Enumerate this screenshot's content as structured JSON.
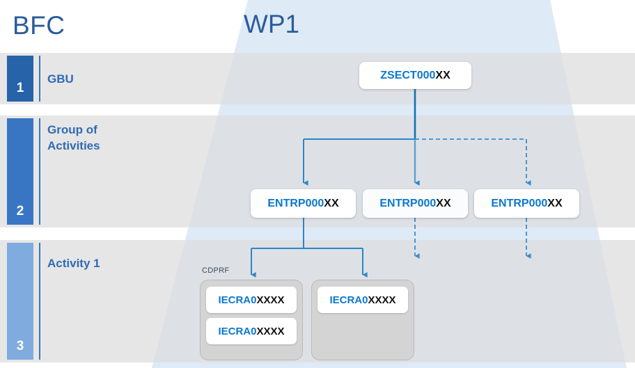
{
  "headers": {
    "left": "BFC",
    "center": "WP1"
  },
  "colors": {
    "accent_blue": "#0a78cf",
    "header_blue": "#2a5c9a",
    "label_blue": "#2f6bb5",
    "badge1": "#2763a8",
    "badge2": "#3876c4",
    "badge3": "#7fabdf",
    "band_gray": "#e6e6e6",
    "group_gray": "#d4d4d4",
    "funnel_blue": "#e8f0f9",
    "wire_blue": "#2b85c8"
  },
  "rows": [
    {
      "number": "1",
      "label": "GBU"
    },
    {
      "number": "2",
      "label": "Group of Activities"
    },
    {
      "number": "3",
      "label": "Activity 1"
    }
  ],
  "nodes": {
    "zsect": {
      "prefix": "ZSECT000",
      "suffix": "XX"
    },
    "entrp1": {
      "prefix": "ENTRP000",
      "suffix": "XX"
    },
    "entrp2": {
      "prefix": "ENTRP000",
      "suffix": "XX"
    },
    "entrp3": {
      "prefix": "ENTRP000",
      "suffix": "XX"
    },
    "iec1": {
      "prefix": "IECRA0",
      "suffix": "XXXX"
    },
    "iec2": {
      "prefix": "IECRA0",
      "suffix": "XXXX"
    },
    "iec3": {
      "prefix": "IECRA0",
      "suffix": "XXXX"
    }
  },
  "groups": {
    "left_label": "CDPRF"
  }
}
